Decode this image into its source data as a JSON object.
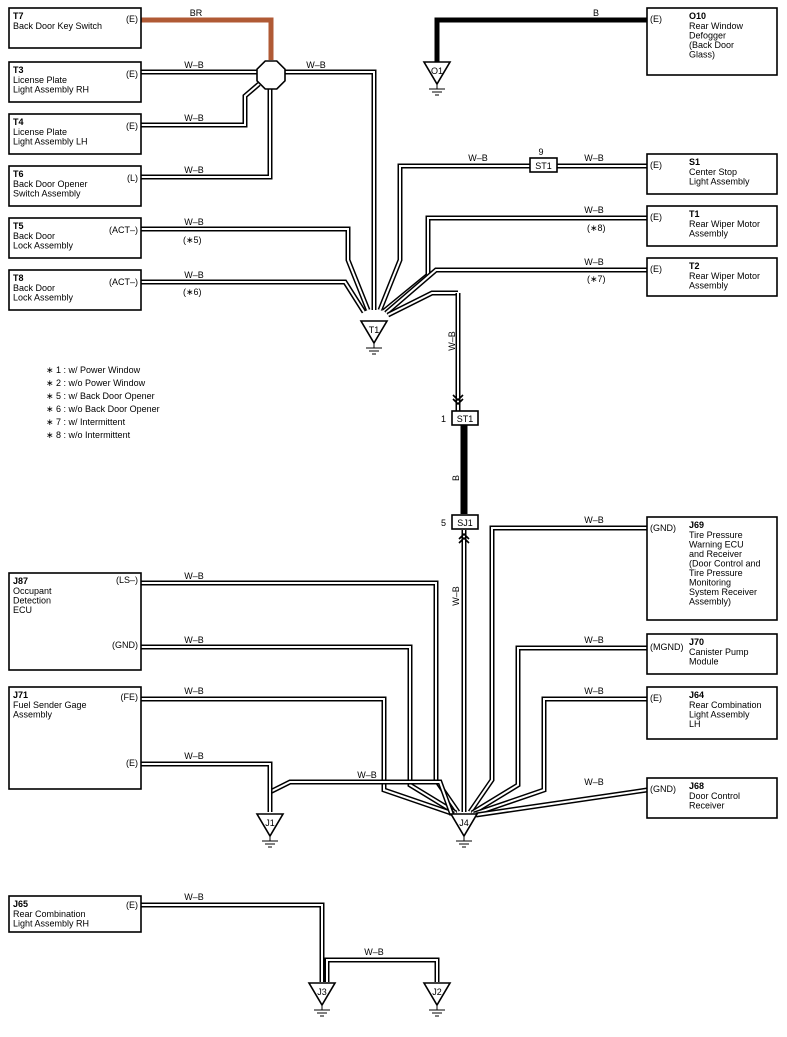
{
  "colors": {
    "br_wire": "#b05a35",
    "b_wire": "#000000",
    "w_b_outline": "#000000",
    "background": "#ffffff"
  },
  "wire_codes": {
    "br": "BR",
    "b": "B",
    "wb": "W–B"
  },
  "pins": {
    "n9": "9",
    "n1": "1",
    "n5": "5"
  },
  "connectors": {
    "st1": "ST1",
    "sj1": "SJ1"
  },
  "grounds": {
    "o1": "O1",
    "t1": "T1",
    "j1": "J1",
    "j4": "J4",
    "j3": "J3",
    "j2": "J2"
  },
  "components": {
    "t7": {
      "code": "T7",
      "name": [
        "Back Door Key Switch"
      ],
      "pin": "(E)"
    },
    "t3": {
      "code": "T3",
      "name": [
        "License Plate",
        "Light Assembly RH"
      ],
      "pin": "(E)"
    },
    "t4": {
      "code": "T4",
      "name": [
        "License Plate",
        "Light Assembly LH"
      ],
      "pin": "(E)"
    },
    "t6": {
      "code": "T6",
      "name": [
        "Back Door Opener",
        "Switch Assembly"
      ],
      "pin": "(L)"
    },
    "t5": {
      "code": "T5",
      "name": [
        "Back Door",
        "Lock Assembly"
      ],
      "pin": "(ACT–)",
      "note": "(∗5)"
    },
    "t8": {
      "code": "T8",
      "name": [
        "Back Door",
        "Lock Assembly"
      ],
      "pin": "(ACT–)",
      "note": "(∗6)"
    },
    "o10": {
      "code": "O10",
      "name": [
        "Rear Window",
        "Defogger",
        "(Back Door",
        "Glass)"
      ],
      "pin": "(E)"
    },
    "s1": {
      "code": "S1",
      "name": [
        "Center Stop",
        "Light Assembly"
      ],
      "pin": "(E)"
    },
    "t1": {
      "code": "T1",
      "name": [
        "Rear Wiper Motor",
        "Assembly"
      ],
      "pin": "(E)",
      "note": "(∗8)"
    },
    "t2": {
      "code": "T2",
      "name": [
        "Rear Wiper Motor",
        "Assembly"
      ],
      "pin": "(E)",
      "note": "(∗7)"
    },
    "j87": {
      "code": "J87",
      "name": [
        "Occupant",
        "Detection",
        "ECU"
      ],
      "pins": [
        "(LS–)",
        "(GND)"
      ]
    },
    "j71": {
      "code": "J71",
      "name": [
        "Fuel Sender Gage",
        "Assembly"
      ],
      "pins": [
        "(FE)",
        "(E)"
      ]
    },
    "j69": {
      "code": "J69",
      "name": [
        "Tire Pressure",
        "Warning ECU",
        "and Receiver",
        "(Door Control and",
        "Tire Pressure",
        "Monitoring",
        "System Receiver",
        "Assembly)"
      ],
      "pin": "(GND)"
    },
    "j70": {
      "code": "J70",
      "name": [
        "Canister Pump",
        "Module"
      ],
      "pin": "(MGND)"
    },
    "j64": {
      "code": "J64",
      "name": [
        "Rear Combination",
        "Light Assembly",
        "LH"
      ],
      "pin": "(E)"
    },
    "j68": {
      "code": "J68",
      "name": [
        "Door Control",
        "Receiver"
      ],
      "pin": "(GND)"
    },
    "j65": {
      "code": "J65",
      "name": [
        "Rear Combination",
        "Light Assembly RH"
      ],
      "pin": "(E)"
    }
  },
  "legend": [
    "∗ 1 : w/ Power Window",
    "∗ 2 : w/o Power Window",
    "∗ 5 : w/ Back Door Opener",
    "∗ 6 : w/o Back Door Opener",
    "∗ 7 : w/ Intermittent",
    "∗ 8 : w/o Intermittent"
  ]
}
